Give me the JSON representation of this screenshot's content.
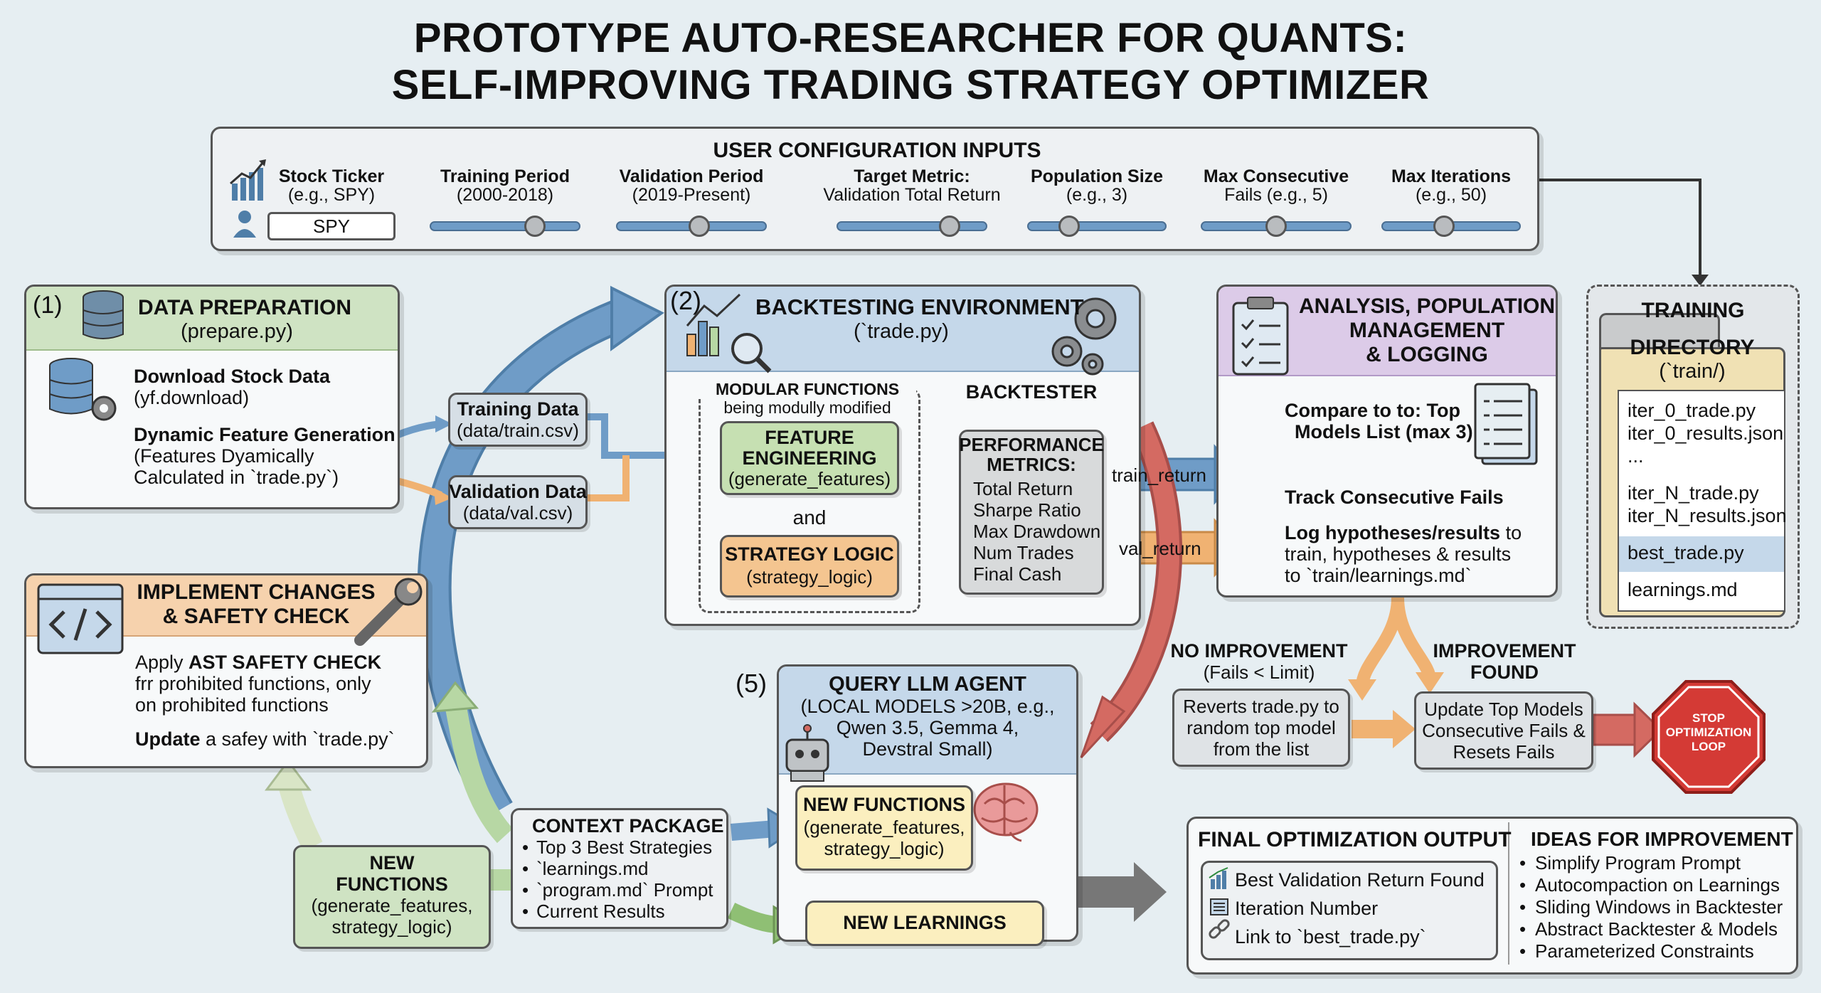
{
  "title": {
    "line1": "PROTOTYPE AUTO-RESEARCHER FOR QUANTS:",
    "line2": "SELF-IMPROVING TRADING STRATEGY OPTIMIZER"
  },
  "config": {
    "header": "USER CONFIGURATION INPUTS",
    "ticker_label": "Stock Ticker",
    "ticker_example": "(e.g., SPY)",
    "ticker_value": "SPY",
    "sliders": [
      {
        "label": "Training Period",
        "sub": "(2000-2018)",
        "level": 0.7
      },
      {
        "label": "Validation Period",
        "sub": "(2019-Present)",
        "level": 0.55
      },
      {
        "label": "Target Metric:",
        "sub": "Validation Total Return",
        "level": 0.75
      },
      {
        "label": "Population Size",
        "sub": "(e.g., 3)",
        "level": 0.3
      },
      {
        "label": "Max Consecutive",
        "sub": "Fails (e.g., 5)",
        "level": 0.5
      },
      {
        "label": "Max Iterations",
        "sub": "(e.g., 50)",
        "level": 0.45
      }
    ]
  },
  "data_prep": {
    "num": "(1)",
    "title": "DATA PREPARATION",
    "file": "(prepare.py)",
    "step1_title": "Download Stock Data",
    "step1_sub": "(yf.download)",
    "step2_title": "Dynamic Feature Generation",
    "step2_sub1": "(Features Dyamically",
    "step2_sub2": "Calculated in `trade.py`)"
  },
  "training_data": {
    "title": "Training Data",
    "file": "(data/train.csv)"
  },
  "validation_data": {
    "title": "Validation Data",
    "file": "(data/val.csv)"
  },
  "backtest": {
    "num": "(2)",
    "title": "BACKTESTING ENVIRONMENT",
    "file": "(`trade.py)",
    "modular_line1": "MODULAR FUNCTIONS",
    "modular_line2": "being modully modified",
    "feature_line1": "FEATURE",
    "feature_line2": "ENGINEERING",
    "feature_func": "(generate_features)",
    "and": "and",
    "strategy_title": "STRATEGY LOGIC",
    "strategy_func": "(strategy_logic)",
    "backtester": "BACKTESTER",
    "metrics_line1": "PERFORMANCE",
    "metrics_line2": "METRICS:",
    "metrics": [
      "Total Return",
      "Sharpe Ratio",
      "Max Drawdown",
      "Num Trades",
      "Final Cash"
    ]
  },
  "flow": {
    "train_return": "train_return",
    "val_return": "val_return"
  },
  "analysis": {
    "line1": "ANALYSIS, POPULATION",
    "line2": "MANAGEMENT",
    "line3": "& LOGGING",
    "compare_line1": "Compare to to: Top",
    "compare_line2": "Models List (max 3)",
    "track": "Track Consecutive Fails",
    "log_bold": "Log hypotheses/results",
    "log_rest": " to",
    "log_line2": "train, hypotheses & results",
    "log_line3": "to `train/learnings.md`"
  },
  "training_dir": {
    "line1": "TRAINING",
    "line2": "DIRECTORY",
    "line3": "(`train/)",
    "files": [
      "iter_0_trade.py",
      "iter_0_results.json",
      "...",
      "iter_N_trade.py",
      "iter_N_results.json"
    ],
    "best": "best_trade.py",
    "learnings": "learnings.md"
  },
  "implement": {
    "line1": "IMPLEMENT CHANGES",
    "line2": "& SAFETY CHECK",
    "apply_pre": "Apply ",
    "apply_bold": "AST SAFETY CHECK",
    "apply_line2": "frr prohibited functions, only",
    "apply_line3": "on prohibited functions",
    "update_bold": "Update",
    "update_rest": " a safey with `trade.py`"
  },
  "llm": {
    "num": "(5)",
    "line1": "QUERY LLM AGENT",
    "line2": "(LOCAL MODELS >20B, e.g.,",
    "line3": "Qwen 3.5, Gemma 4,",
    "line4": "Devstral Small)",
    "newfunc_title": "NEW FUNCTIONS",
    "newfunc_line2": "(generate_features,",
    "newfunc_line3": "strategy_logic)",
    "learnings": "NEW LEARNINGS"
  },
  "context": {
    "title": "CONTEXT PACKAGE",
    "items": [
      "Top 3 Best Strategies",
      "`learnings.md",
      "`program.md` Prompt",
      "Current Results"
    ]
  },
  "new_functions": {
    "line1": "NEW",
    "line2": "FUNCTIONS",
    "line3": "(generate_features,",
    "line4": "strategy_logic)"
  },
  "no_improvement": {
    "line1": "NO IMPROVEMENT",
    "line2": "(Fails < Limit)",
    "box1": "Reverts trade.py to",
    "box2": "random top model",
    "box3": "from the list"
  },
  "improvement": {
    "line1": "IMPROVEMENT",
    "line2": "FOUND",
    "box1": "Update Top Models",
    "box2": "Consecutive Fails &",
    "box3": "Resets Fails"
  },
  "stop": {
    "line1": "STOP",
    "line2": "OPTIMIZATION",
    "line3": "LOOP"
  },
  "final_output": {
    "title": "FINAL OPTIMIZATION OUTPUT",
    "items": [
      "Best Validation Return Found",
      "Iteration Number",
      "Link to `best_trade.py`"
    ]
  },
  "ideas": {
    "title": "IDEAS FOR IMPROVEMENT",
    "items": [
      "Simplify Program Prompt",
      "Autocompaction on Learnings",
      "Sliding Windows in Backtester",
      "Abstract Backtester & Models",
      "Parameterized Constraints"
    ]
  },
  "colors": {
    "blue": "#7ba7cf",
    "orange": "#f0b272",
    "green": "#b7d7a4",
    "red": "#d46a62",
    "purple": "#d7c7e6",
    "yellow": "#fbefbf"
  }
}
